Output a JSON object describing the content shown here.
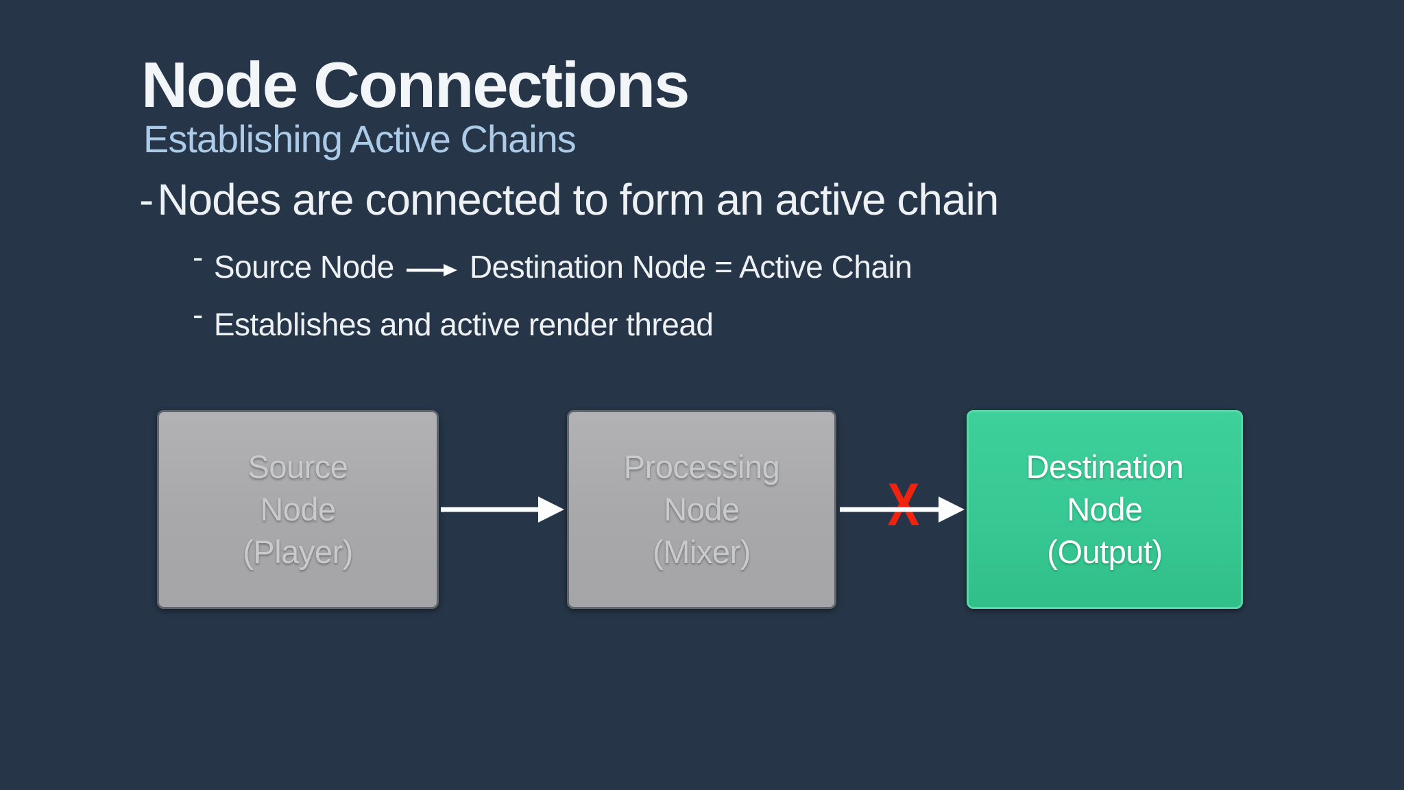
{
  "slide": {
    "title": "Node Connections",
    "subtitle": "Establishing Active Chains",
    "bullets": {
      "main_marker": "-",
      "main_text": "Nodes are connected to form an active chain",
      "sub_marker": "-",
      "sub1_before_arrow": "Source Node",
      "sub1_after_arrow": "Destination Node = Active Chain",
      "sub2_text": "Establishes and active render thread"
    },
    "diagram": {
      "nodes": [
        {
          "id": "source",
          "state": "inactive",
          "lines": [
            "Source",
            "Node",
            "(Player)"
          ]
        },
        {
          "id": "processing",
          "state": "inactive",
          "lines": [
            "Processing",
            "Node",
            "(Mixer)"
          ]
        },
        {
          "id": "destination",
          "state": "active",
          "lines": [
            "Destination",
            "Node",
            "(Output)"
          ]
        }
      ],
      "broken_connection_label": "X"
    }
  },
  "colors": {
    "bg": "#263648",
    "title_text": "#f3f6f8",
    "subtitle_text": "#accbe8",
    "body_text": "#eef1f4",
    "node_gray_fill": "#a8a8aa",
    "node_gray_border": "#5f666d",
    "node_gray_text": "#c9cacb",
    "node_green_fill": "#37c893",
    "node_green_border": "#57d8a6",
    "node_green_text": "#ffffff",
    "arrow_white": "#fcfdfe",
    "x_red": "#f2230e"
  }
}
